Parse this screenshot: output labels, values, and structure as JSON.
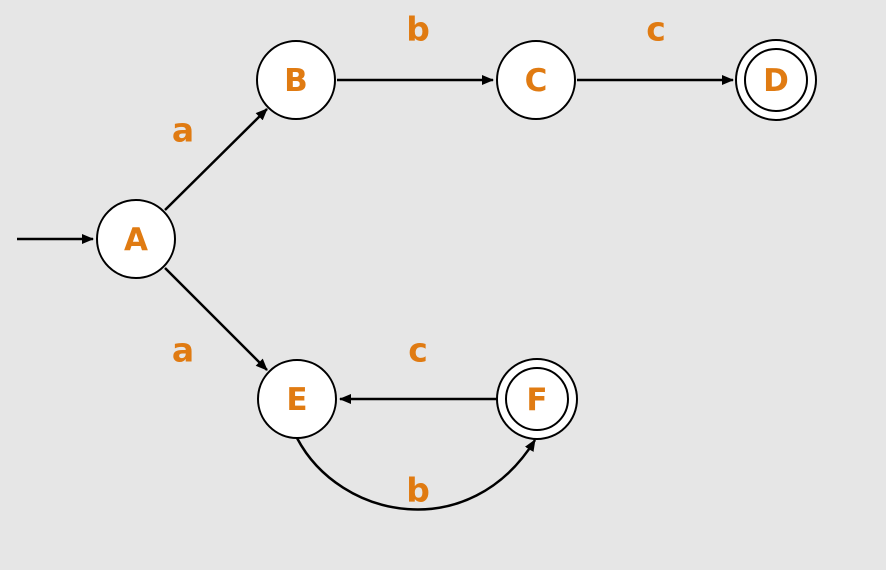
{
  "colors": {
    "background": "#e6e6e6",
    "label": "#e07b12",
    "stroke": "#000000",
    "state_fill": "#ffffff"
  },
  "diagram": {
    "type": "finite-automaton",
    "start_state": "A",
    "states": [
      {
        "id": "A",
        "label": "A",
        "accepting": false
      },
      {
        "id": "B",
        "label": "B",
        "accepting": false
      },
      {
        "id": "C",
        "label": "C",
        "accepting": false
      },
      {
        "id": "D",
        "label": "D",
        "accepting": true
      },
      {
        "id": "E",
        "label": "E",
        "accepting": false
      },
      {
        "id": "F",
        "label": "F",
        "accepting": true
      }
    ],
    "transitions": [
      {
        "from": "A",
        "to": "B",
        "label": "a"
      },
      {
        "from": "B",
        "to": "C",
        "label": "b"
      },
      {
        "from": "C",
        "to": "D",
        "label": "c"
      },
      {
        "from": "A",
        "to": "E",
        "label": "a"
      },
      {
        "from": "F",
        "to": "E",
        "label": "c"
      },
      {
        "from": "E",
        "to": "F",
        "label": "b"
      }
    ]
  }
}
